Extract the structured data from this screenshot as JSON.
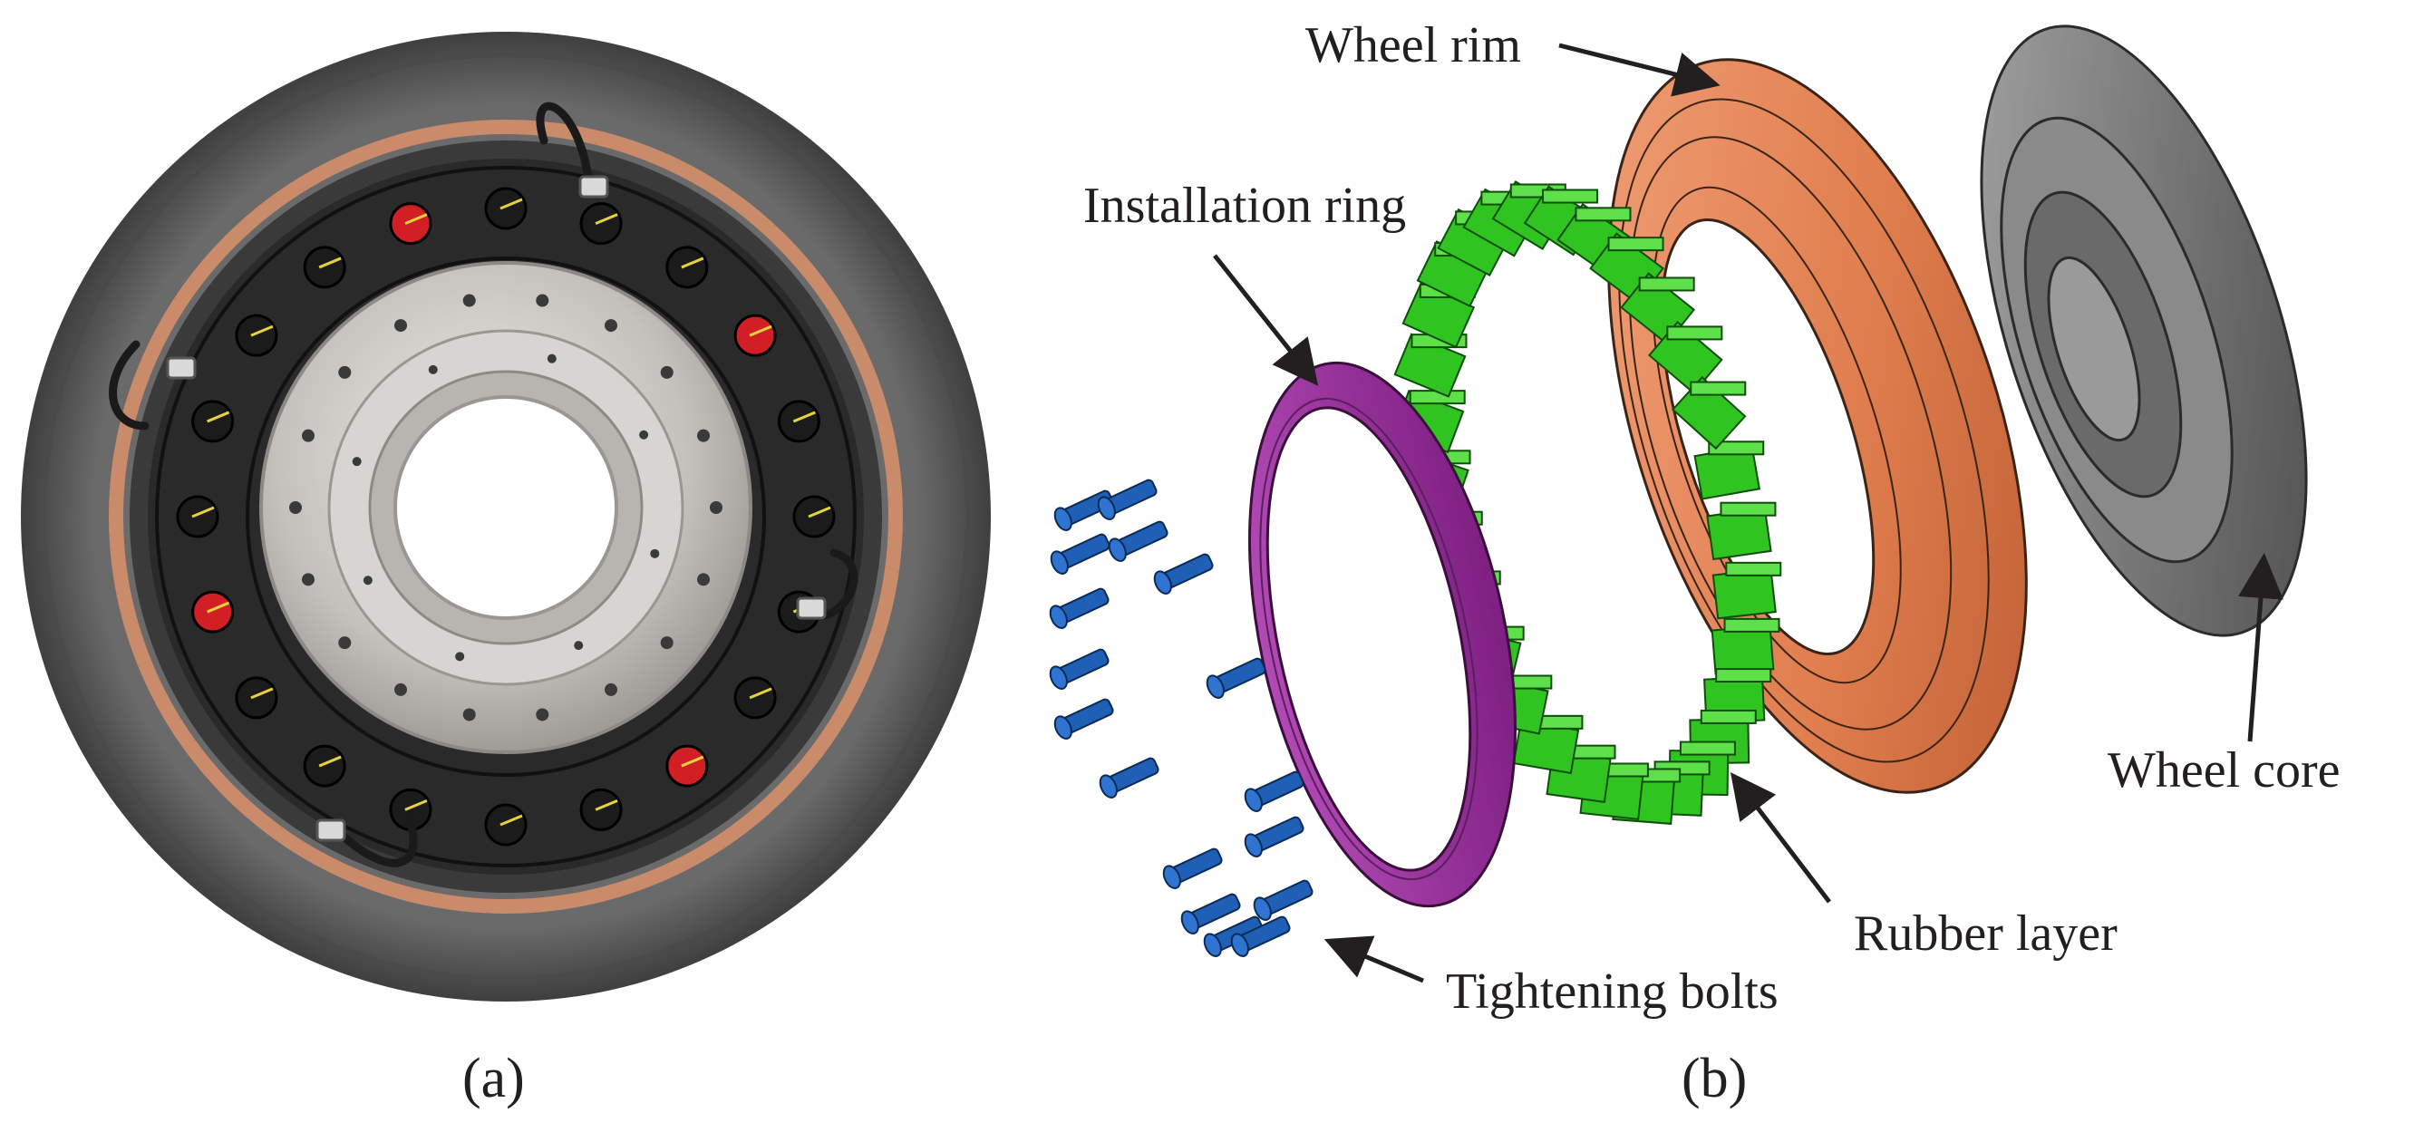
{
  "panels": [
    {
      "id": "a",
      "caption": "(a)",
      "content": "photo-of-elastic-wheel"
    },
    {
      "id": "b",
      "caption": "(b)",
      "content": "exploded-assembly"
    }
  ],
  "labels": {
    "wheel_rim": "Wheel rim",
    "installation_ring": "Installation ring",
    "wheel_core": "Wheel core",
    "rubber_layer": "Rubber layer",
    "tightening_bolts": "Tightening bolts"
  },
  "colors": {
    "installation_ring": "#9b2d9e",
    "rubber_layer": "#2fc41f",
    "wheel_rim": "#e2814f",
    "wheel_core": "#7c7c7c",
    "bolts": "#1f5fb5",
    "tire": "#555555",
    "hub": "#c9c6c2",
    "text": "#231f20"
  },
  "icons": {
    "arrow": "arrow-icon",
    "bolt": "bolt-icon"
  }
}
